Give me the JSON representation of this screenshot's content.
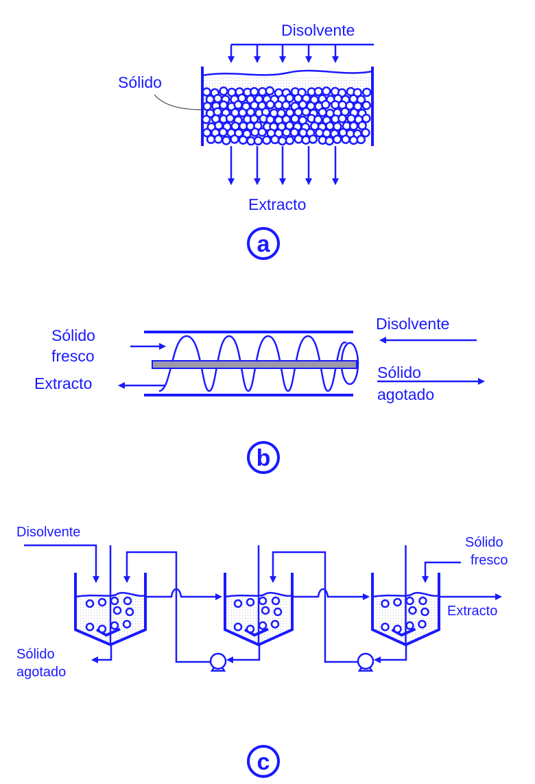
{
  "panel_a": {
    "label": "a",
    "solvent": "Disolvente",
    "solid": "Sólido",
    "extract": "Extracto"
  },
  "panel_b": {
    "label": "b",
    "solid_fresh_1": "Sólido",
    "solid_fresh_2": "fresco",
    "extract": "Extracto",
    "solvent": "Disolvente",
    "solid_spent_1": "Sólido",
    "solid_spent_2": "agotado"
  },
  "panel_c": {
    "label": "c",
    "solvent": "Disolvente",
    "solid_spent_1": "Sólido",
    "solid_spent_2": "agotado",
    "solid_fresh_1": "Sólido",
    "solid_fresh_2": "fresco",
    "extract": "Extracto"
  },
  "colors": {
    "ink": "#1a1aff",
    "rod": "#9a9aa8"
  }
}
